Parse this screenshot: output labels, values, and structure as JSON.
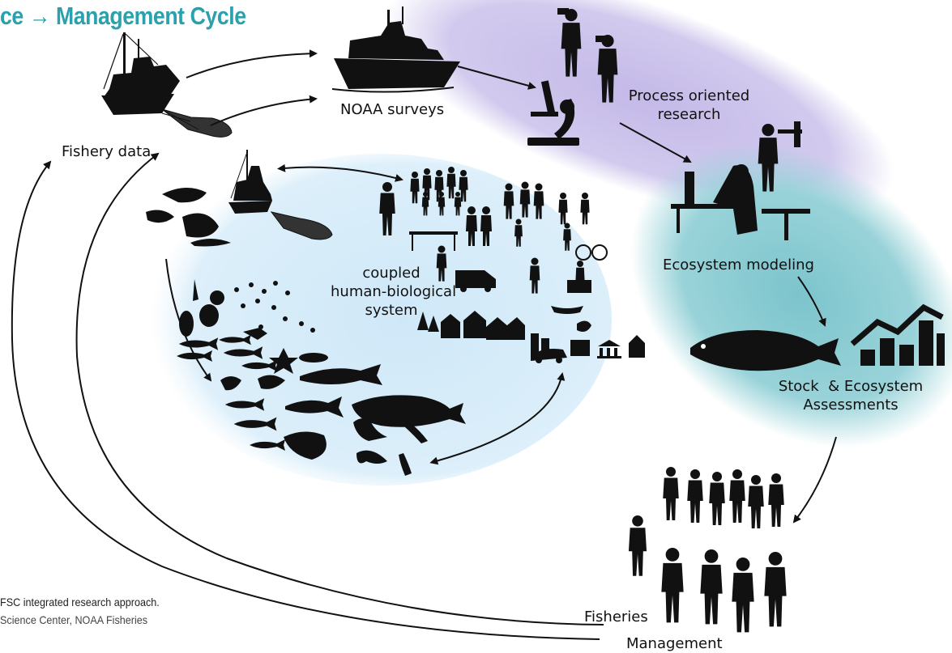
{
  "title": "ce → Management Cycle",
  "labels": {
    "fishery_data": "Fishery data",
    "noaa_surveys": "NOAA surveys",
    "process_research": [
      "Process oriented",
      "research"
    ],
    "coupled_system": [
      "coupled",
      "human-biological",
      "system"
    ],
    "ecosystem_modeling": "Ecosystem modeling",
    "assessments": [
      "Stock  & Ecosystem",
      "Assessments"
    ],
    "fisheries": "Fisheries",
    "management": "Management"
  },
  "caption": {
    "line1": "FSC integrated research approach.",
    "line2": "Science Center, NOAA Fisheries"
  },
  "colors": {
    "title": "#2aa1ad",
    "lavender_blob": "#cfc6ec",
    "teal_blob": "#8ecfd6",
    "pale_blue_blob": "#d6ecf9",
    "silhouette": "#111111"
  },
  "icons": [
    "fishing-trawler-icon",
    "research-ship-icon",
    "trawl-net-icon",
    "microscope-icon",
    "scientist-binoculars-icon",
    "computer-modeler-icon",
    "fish-icon",
    "bar-chart-icon",
    "people-group-icon",
    "marine-life-icon",
    "whale-icon",
    "seal-icon",
    "bird-icon",
    "town-icon",
    "building-icon"
  ]
}
